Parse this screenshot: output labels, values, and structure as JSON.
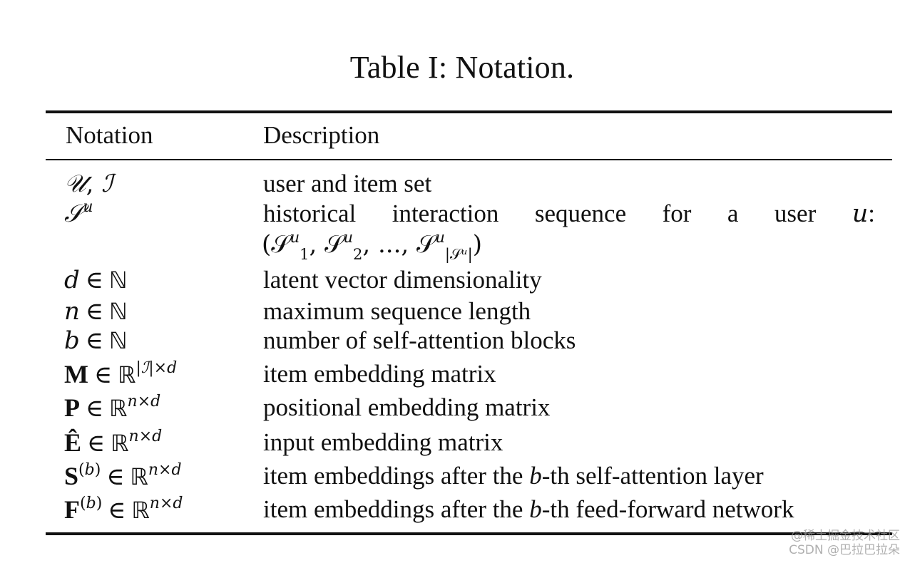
{
  "table": {
    "caption": "Table I: Notation.",
    "headers": [
      "Notation",
      "Description"
    ],
    "rows": [
      {
        "notation": "𝒰, ℐ",
        "description": "user and item set"
      },
      {
        "notation": "𝒮^u",
        "description": "historical interaction sequence for a user u:",
        "description_line2": "(𝒮_1^u, 𝒮_2^u, ..., 𝒮_|𝒮^u|^u)"
      },
      {
        "notation": "d ∈ ℕ",
        "description": "latent vector dimensionality"
      },
      {
        "notation": "n ∈ ℕ",
        "description": "maximum sequence length"
      },
      {
        "notation": "b ∈ ℕ",
        "description": "number of self-attention blocks"
      },
      {
        "notation": "M ∈ ℝ^{|ℐ|×d}",
        "description": "item embedding matrix"
      },
      {
        "notation": "P ∈ ℝ^{n×d}",
        "description": "positional embedding matrix"
      },
      {
        "notation": "Ê ∈ ℝ^{n×d}",
        "description": "input embedding matrix"
      },
      {
        "notation": "S^{(b)} ∈ ℝ^{n×d}",
        "description": "item embeddings after the b-th self-attention layer"
      },
      {
        "notation": "F^{(b)} ∈ ℝ^{n×d}",
        "description": "item embeddings after the b-th feed-forward network"
      }
    ]
  },
  "watermark": {
    "line1": "@稀土掘金技术社区",
    "line2": "CSDN @巴拉巴拉朵"
  }
}
